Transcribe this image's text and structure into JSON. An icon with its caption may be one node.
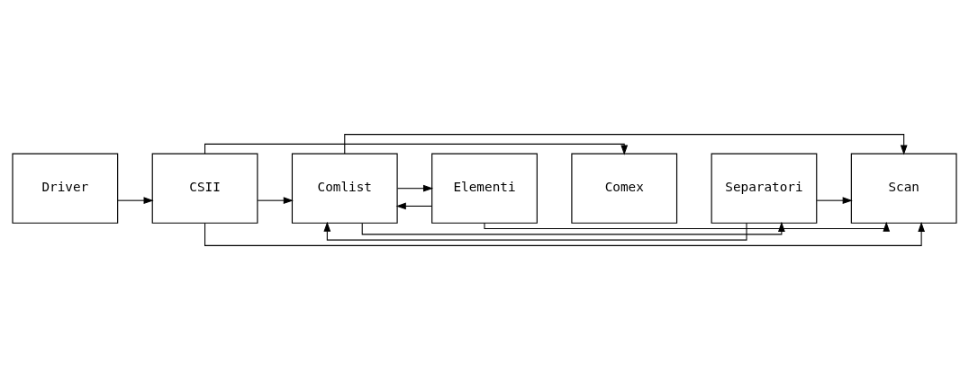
{
  "diagram": {
    "nodes": [
      {
        "text": [
          "Driver"
        ]
      },
      {
        "text": [
          "CSII"
        ]
      },
      {
        "text": [
          "Comlist"
        ]
      },
      {
        "text": [
          "Elementi"
        ]
      },
      {
        "text": [
          "Comex"
        ]
      },
      {
        "text": [
          "Separatori"
        ]
      },
      {
        "text": [
          "Scan"
        ]
      }
    ],
    "edges": [
      {
        "from": 0,
        "to": 1,
        "arrow": "to"
      },
      {
        "from": 1,
        "to": 2,
        "arrow": "to"
      },
      {
        "from": 2,
        "to": 3,
        "arrow": "to"
      },
      {
        "from": 3,
        "to": 2,
        "arrow": "to"
      },
      {
        "from": 1,
        "to": 4,
        "arrow": "to"
      },
      {
        "from": 2,
        "to": 5,
        "arrow": "to"
      },
      {
        "from": 5,
        "to": 2,
        "arrow": "to"
      },
      {
        "from": 2,
        "to": 6,
        "arrow": "to"
      },
      {
        "from": 3,
        "to": 6,
        "arrow": "to"
      },
      {
        "from": 5,
        "to": 6,
        "arrow": "to"
      },
      {
        "from": 1,
        "to": 6,
        "arrow": "to"
      }
    ]
  }
}
